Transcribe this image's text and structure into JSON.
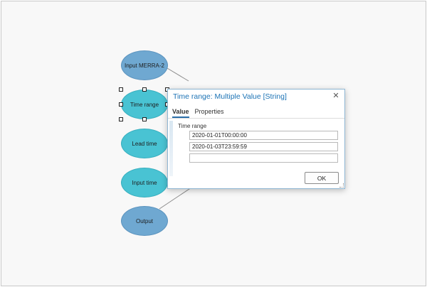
{
  "model": {
    "nodes": [
      {
        "label": "Input MERRA-2",
        "kind": "data"
      },
      {
        "label": "Time range",
        "kind": "variable",
        "selected": true
      },
      {
        "label": "Lead time",
        "kind": "variable"
      },
      {
        "label": "Input time",
        "kind": "variable"
      },
      {
        "label": "Output",
        "kind": "data"
      }
    ],
    "colors": {
      "data_node": "#6fa8d1",
      "variable_node": "#49c3d3",
      "connector": "#8c8c8c"
    }
  },
  "dialog": {
    "title": "Time range: Multiple Value [String]",
    "close_icon": "close-icon",
    "tabs": [
      {
        "label": "Value",
        "active": true
      },
      {
        "label": "Properties",
        "active": false
      }
    ],
    "field_label": "Time range",
    "values": [
      "2020-01-01T00:00:00",
      "2020-01-03T23:59:59",
      ""
    ],
    "ok_label": "OK",
    "accent_color": "#1c73b5"
  }
}
